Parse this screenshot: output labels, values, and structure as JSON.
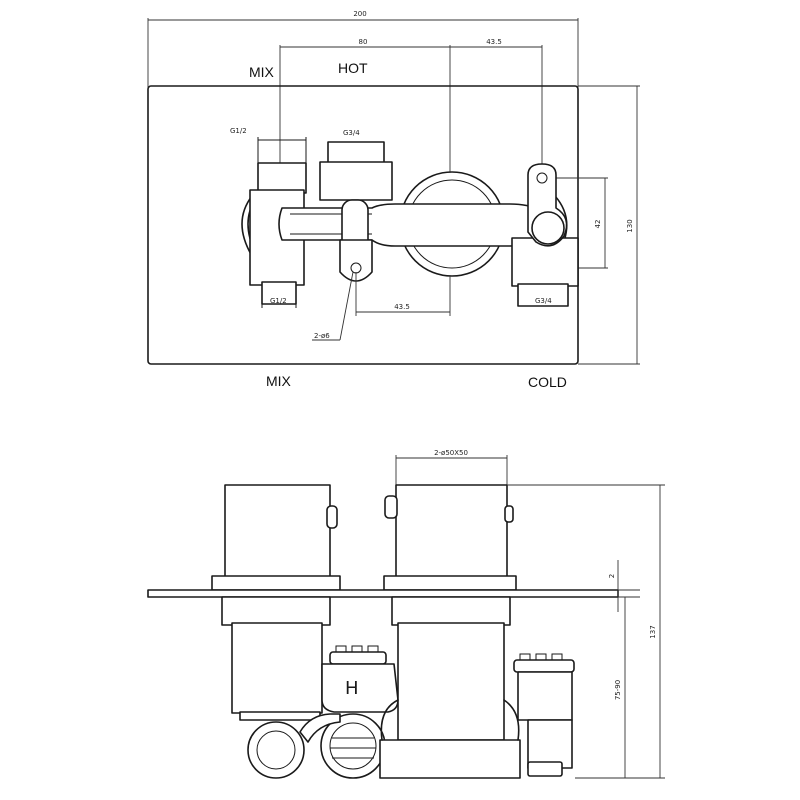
{
  "labels": {
    "mix_top": "MIX",
    "hot": "HOT",
    "mix_bottom": "MIX",
    "cold": "COLD",
    "h_mark": "H"
  },
  "dimensions": {
    "overall_width": "200",
    "spacing_80": "80",
    "spacing_43_5_top": "43.5",
    "height_42": "42",
    "height_130": "130",
    "spacing_43_5_bottom": "43.5",
    "holes": "2-ø6",
    "thread_g1_2_top": "G1/2",
    "thread_g3_4_top": "G3/4",
    "thread_g1_2_bottom": "G1/2",
    "thread_g3_4_bottom": "G3/4",
    "knob_size": "2-ø50X50",
    "plate_thickness": "2",
    "depth_137": "137",
    "depth_range": "75-90"
  }
}
